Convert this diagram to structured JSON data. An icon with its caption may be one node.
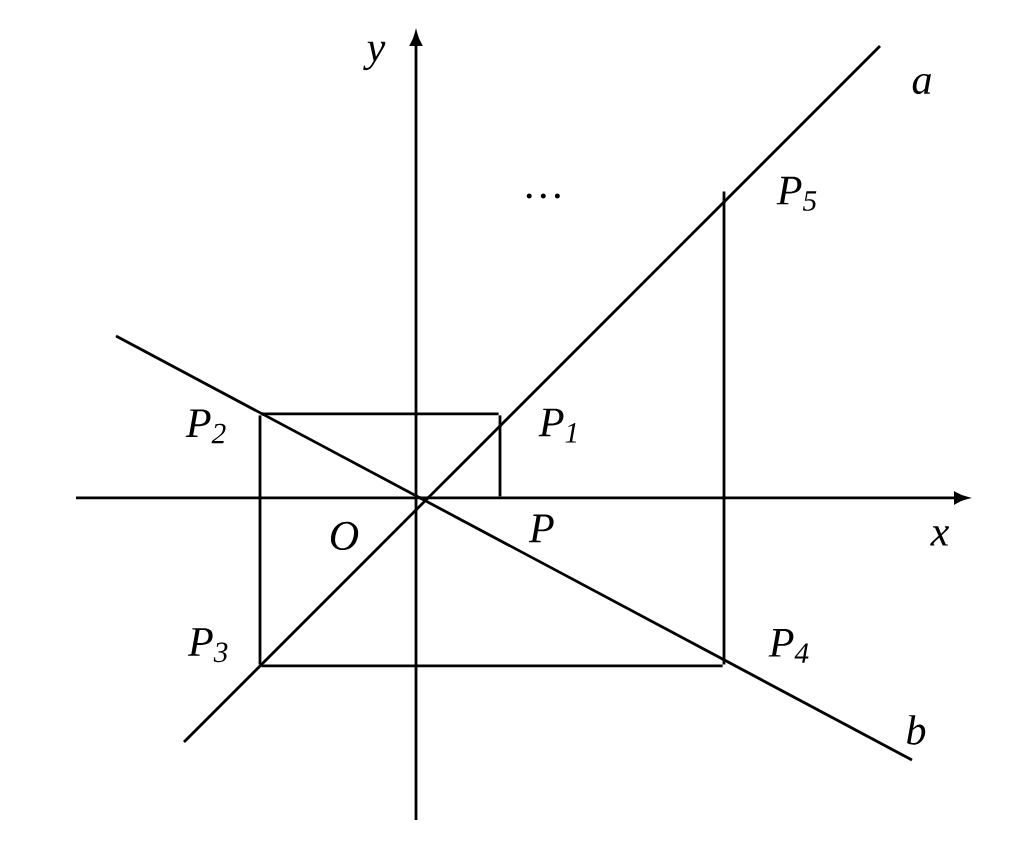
{
  "diagram": {
    "nodes": [
      {
        "text": [
          "P"
        ]
      },
      {
        "text": [
          "P$_{1}$"
        ]
      },
      {
        "text": [
          "P$_{2}$"
        ]
      },
      {
        "text": [
          "P$_{3}$"
        ]
      },
      {
        "text": [
          "P$_{4}$"
        ]
      },
      {
        "text": [
          "P$_{5}$"
        ]
      }
    ],
    "edges": [
      {
        "from": 0,
        "to": 1,
        "arrow": "none"
      },
      {
        "from": 1,
        "to": 2,
        "arrow": "none"
      },
      {
        "from": 2,
        "to": 3,
        "arrow": "none"
      },
      {
        "from": 3,
        "to": 4,
        "arrow": "none"
      },
      {
        "from": 4,
        "to": 5,
        "arrow": "none"
      }
    ],
    "labels": [
      "y",
      "…",
      "a",
      "O",
      "x",
      "b"
    ]
  }
}
